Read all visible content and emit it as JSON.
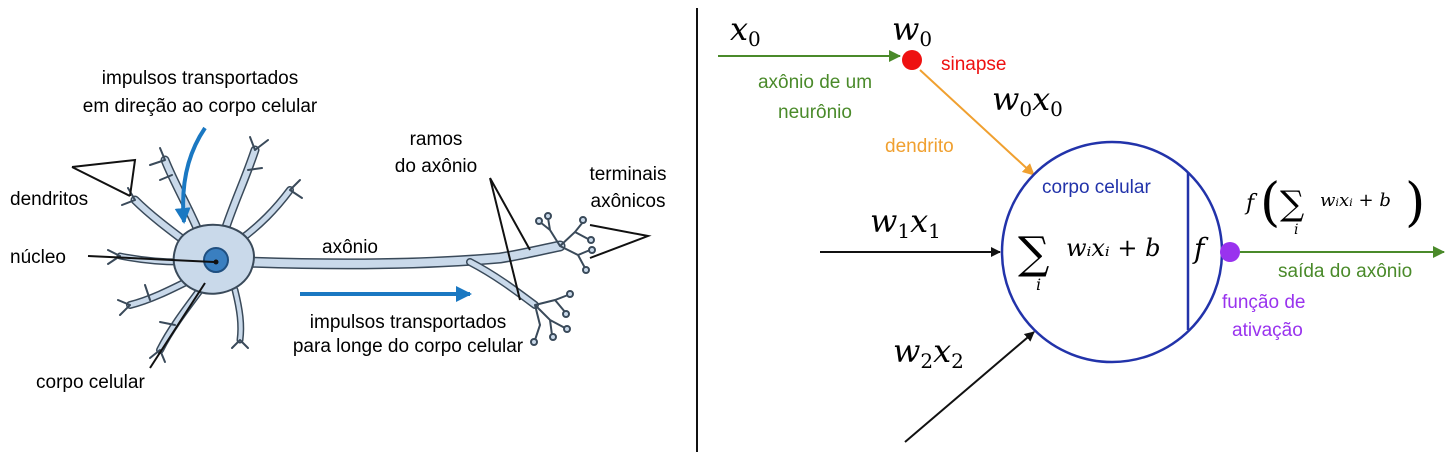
{
  "biological_neuron": {
    "labels": {
      "impulses_in_line1": "impulsos transportados",
      "impulses_in_line2": "em direção ao corpo celular",
      "dendrites": "dendritos",
      "nucleus": "núcleo",
      "cell_body": "corpo celular",
      "axon": "axônio",
      "axon_branches_line1": "ramos",
      "axon_branches_line2": "do axônio",
      "axon_terminals_line1": "terminais",
      "axon_terminals_line2": "axônicos",
      "impulses_out_line1": "impulsos transportados",
      "impulses_out_line2": "para longe do corpo celular"
    }
  },
  "artificial_neuron": {
    "x0": "x",
    "x0_sub": "0",
    "w0": "w",
    "w0_sub": "0",
    "synapse": "sinapse",
    "axon_from_neuron_line1": "axônio de um",
    "axon_from_neuron_line2": "neurônio",
    "w0x0_w": "w",
    "w0x0_w_sub": "0",
    "w0x0_x": "x",
    "w0x0_x_sub": "0",
    "dendrite": "dendrito",
    "cell_body": "corpo celular",
    "w1x1_w": "w",
    "w1x1_w_sub": "1",
    "w1x1_x": "x",
    "w1x1_x_sub": "1",
    "w2x2_w": "w",
    "w2x2_w_sub": "2",
    "w2x2_x": "x",
    "w2x2_x_sub": "2",
    "sum_symbol": "∑",
    "sum_index": "i",
    "sum_body": "wᵢxᵢ + b",
    "f_symbol": "f",
    "activation_formula_f": "f",
    "activation_formula_body": "wᵢxᵢ + b",
    "output_axon": "saída do axônio",
    "activation_function_line1": "função de",
    "activation_function_line2": "ativação"
  },
  "colors": {
    "green": "#4a8a2a",
    "red": "#ee1111",
    "orange": "#f0a030",
    "blue": "#2233aa",
    "purple": "#9933ee",
    "neuron_fill": "#c9d9ea",
    "neuron_stroke": "#3a4a5a",
    "impulse_arrow": "#1a78c2",
    "nucleus": "#3a7fc0"
  }
}
